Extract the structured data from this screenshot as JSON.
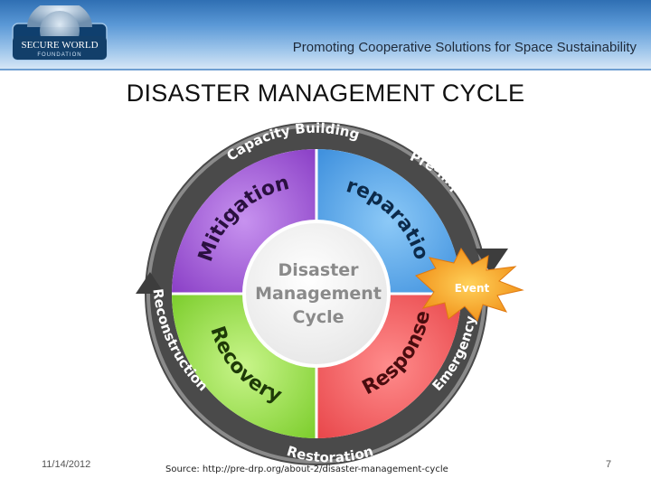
{
  "header": {
    "logo": {
      "line1": "SECURE WORLD",
      "line2": "FOUNDATION"
    },
    "tagline": "Promoting Cooperative Solutions for Space Sustainability"
  },
  "title": "DISASTER MANAGEMENT CYCLE",
  "diagram": {
    "center": {
      "line1": "Disaster",
      "line2": "Management",
      "line3": "Cycle"
    },
    "segments": {
      "mitigation": "Mitigation",
      "preparation": "Preparation",
      "response": "Response",
      "recovery": "Recovery"
    },
    "ring": {
      "capacity_building": "Capacity Building",
      "pre_impact": "Pre-Impact",
      "emergency": "Emergency",
      "restoration": "Restoration",
      "reconstruction": "Reconstruction"
    },
    "event": "Event",
    "colors": {
      "mitigation": "#9b59d0",
      "preparation": "#4fa3e8",
      "response": "#f05a5e",
      "recovery": "#8fdc3c",
      "ring": "#5b5b5b",
      "event": "#f29a1f"
    }
  },
  "footer": {
    "date": "11/14/2012",
    "source": "Source: http://pre-drp.org/about-2/disaster-management-cycle",
    "page": "7"
  }
}
